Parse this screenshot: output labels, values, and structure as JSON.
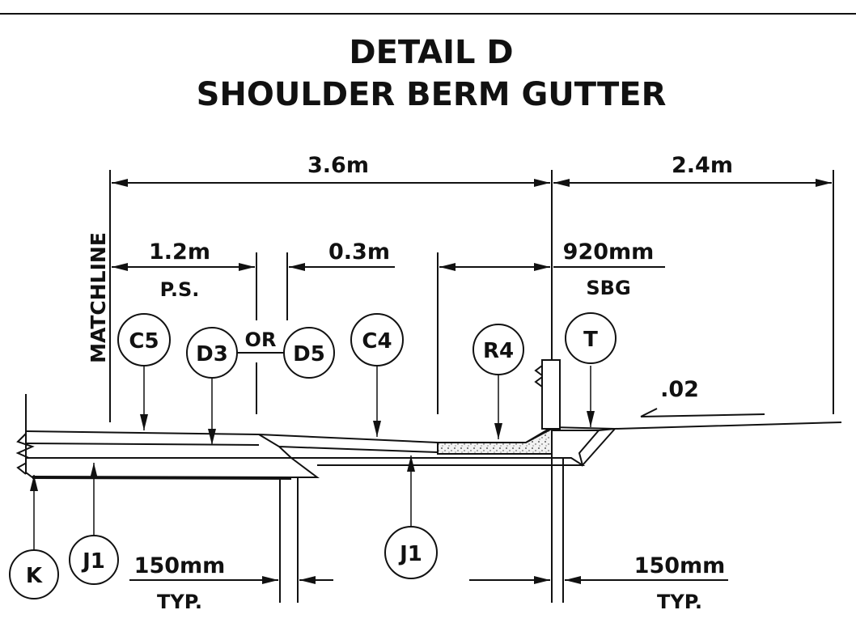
{
  "title": {
    "line1": "DETAIL D",
    "line2": "SHOULDER BERM GUTTER"
  },
  "side_label": "MATCHLINE",
  "dimensions": {
    "overall_left": "3.6m",
    "overall_right": "2.4m",
    "paved_shoulder": "1.2m",
    "paved_shoulder_note": "P.S.",
    "offset": "0.3m",
    "gutter_width": "920mm",
    "gutter_note": "SBG",
    "slope": ".02",
    "joint_left": "150mm",
    "joint_left_note": "TYP.",
    "joint_right": "150mm",
    "joint_right_note": "TYP."
  },
  "callouts": {
    "c5": "C5",
    "d3": "D3",
    "or_word": "OR",
    "d5": "D5",
    "c4": "C4",
    "r4": "R4",
    "t": "T",
    "k": "K",
    "j1_left": "J1",
    "j1_center": "J1"
  },
  "colors": {
    "line": "#111111",
    "background": "#ffffff",
    "concrete_fill": "#e6e6e6"
  }
}
